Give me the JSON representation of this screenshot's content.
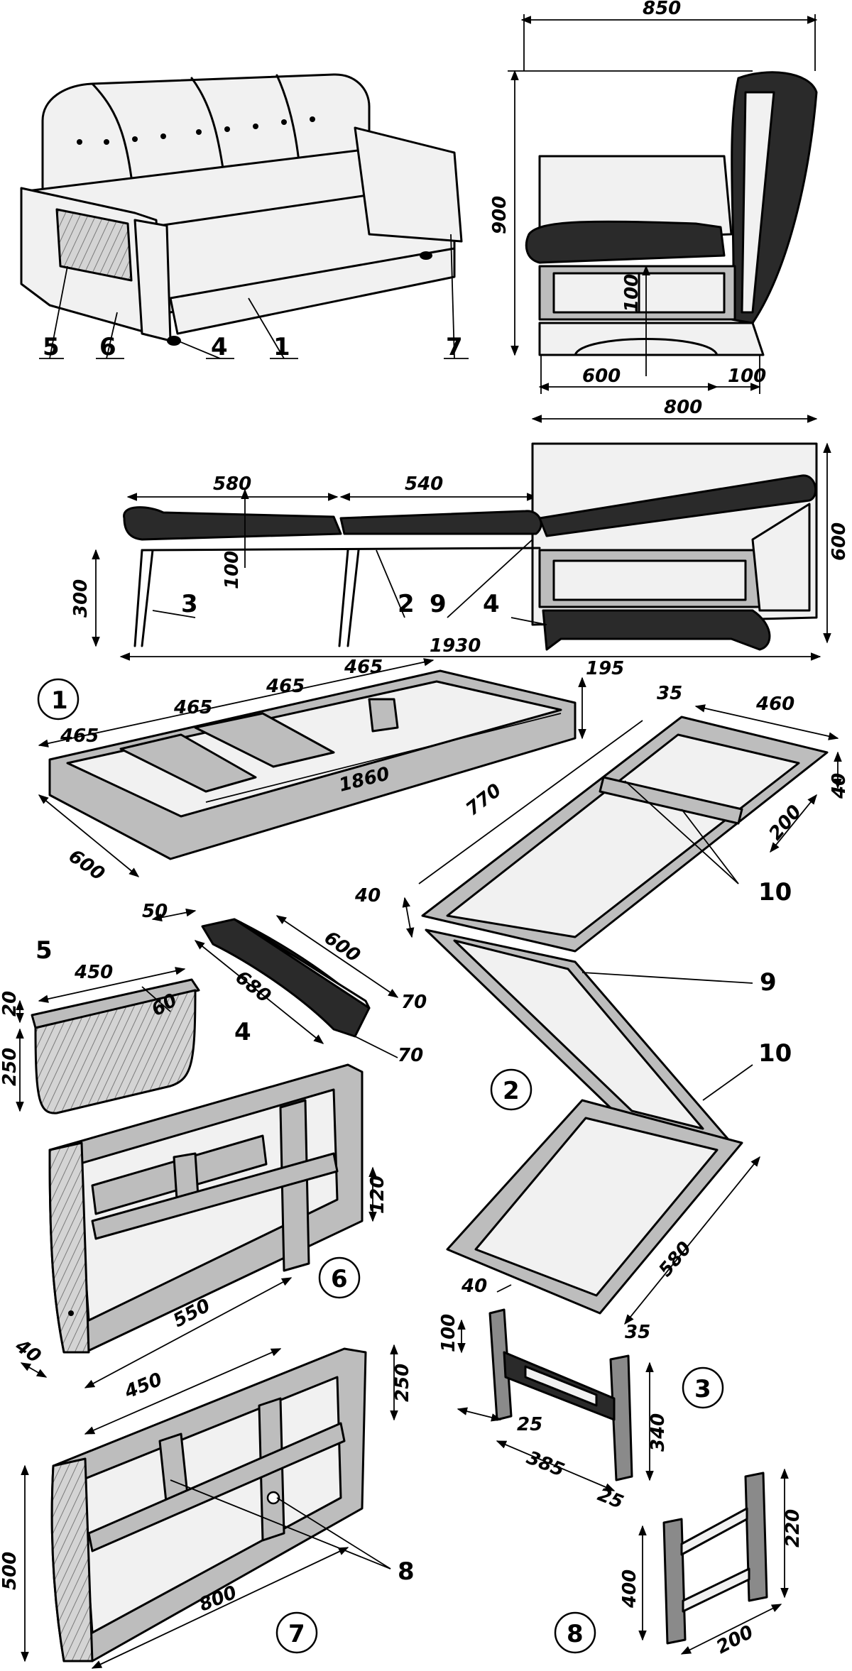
{
  "part_labels": {
    "l1": "1",
    "l2": "2",
    "l3": "3",
    "l4": "4",
    "l5": "5",
    "l6": "6",
    "l7": "7",
    "l8": "8",
    "l9": "9",
    "l10": "10"
  },
  "top_view": {
    "callouts": [
      "5",
      "6",
      "4",
      "1",
      "7"
    ]
  },
  "side_view": {
    "d850": "850",
    "d900": "900",
    "d100v": "100",
    "d600": "600",
    "d100": "100"
  },
  "unfolded_view": {
    "d800": "800",
    "d580": "580",
    "d540": "540",
    "d100": "100",
    "d300": "300",
    "d600": "600",
    "d1930": "1930",
    "callouts": [
      "3",
      "2",
      "9",
      "4"
    ]
  },
  "part1": {
    "circle": "1",
    "d465a": "465",
    "d465b": "465",
    "d465c": "465",
    "d465d": "465",
    "d1860": "1860",
    "d600": "600",
    "d195": "195"
  },
  "part2": {
    "circle": "2",
    "d35": "35",
    "d460": "460",
    "d40a": "40",
    "d200": "200",
    "d770": "770",
    "d40b": "40",
    "d580": "580",
    "c10a": "10",
    "c9": "9",
    "c10b": "10"
  },
  "part5": {
    "label": "5",
    "d450": "450",
    "d60": "60",
    "d20": "20",
    "d250": "250"
  },
  "part4": {
    "label": "4",
    "d50": "50",
    "d600": "600",
    "d680": "680",
    "d70a": "70",
    "d70b": "70"
  },
  "part6": {
    "circle": "6",
    "d120": "120",
    "d550": "550",
    "d40": "40"
  },
  "part3": {
    "circle": "3",
    "d40": "40",
    "d100": "100",
    "d35": "35",
    "d25a": "25",
    "d340": "340",
    "d385": "385",
    "d25b": "25"
  },
  "part7": {
    "circle": "7",
    "d450": "450",
    "d250": "250",
    "d500": "500",
    "d800": "800",
    "c8": "8"
  },
  "part8": {
    "circle": "8",
    "d220": "220",
    "d400": "400",
    "d200": "200"
  }
}
